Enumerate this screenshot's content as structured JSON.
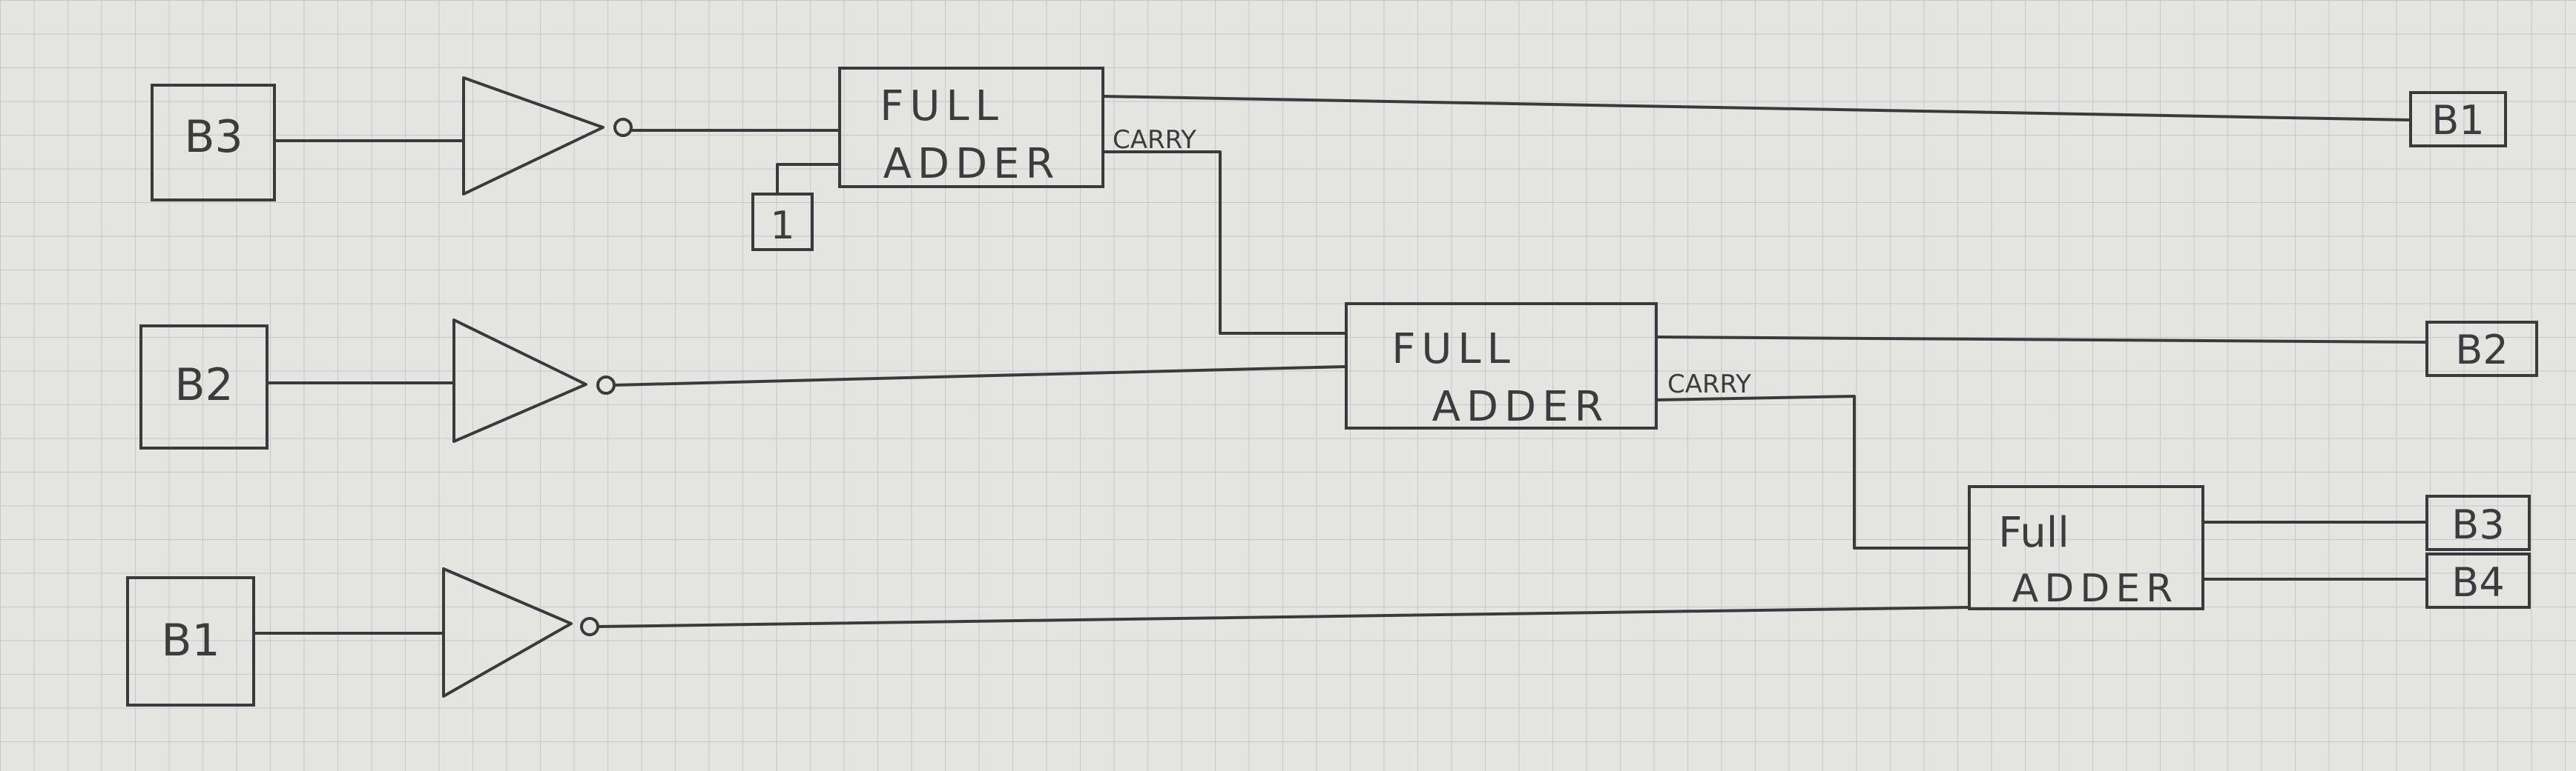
{
  "inputs": {
    "b3": "B3",
    "b2": "B2",
    "b1": "B1"
  },
  "constant_one": "1",
  "adders": {
    "fa1": {
      "line1": "FULL",
      "line2": "ADDER",
      "carry": "CARRY"
    },
    "fa2": {
      "line1": "FULL",
      "line2": "ADDER",
      "carry": "CARRY"
    },
    "fa3": {
      "line1": "Full",
      "line2": "ADDER"
    }
  },
  "outputs": {
    "b1": "B1",
    "b2": "B2",
    "b3": "B3",
    "b4": "B4"
  },
  "colors": {
    "paper": "#e4e4e1",
    "grid": "#c5c7c9",
    "ink": "#3a3a3c"
  }
}
